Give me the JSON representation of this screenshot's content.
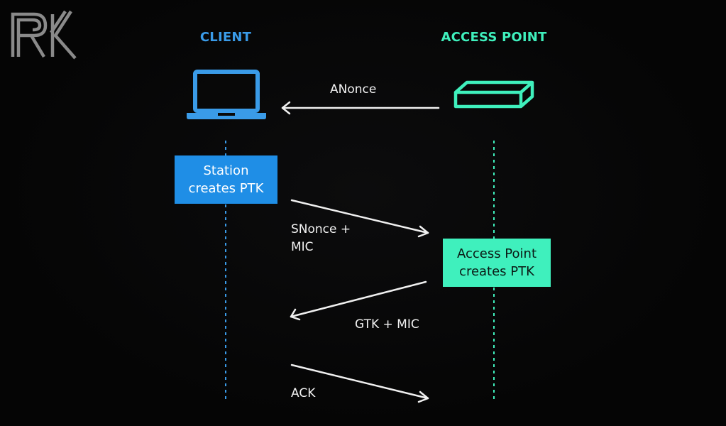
{
  "colors": {
    "client": "#3a9be8",
    "access_point": "#3ff0bd",
    "arrow": "#f0f0f0",
    "logo": "#8a8a8a"
  },
  "logo": {
    "text": "RK"
  },
  "client": {
    "header": "CLIENT",
    "icon": "laptop-icon",
    "box_line1": "Station",
    "box_line2": "creates PTK"
  },
  "access_point": {
    "header": "ACCESS POINT",
    "icon": "access-point-device-icon",
    "box_line1": "Access Point",
    "box_line2": "creates PTK"
  },
  "messages": [
    {
      "line1": "ANonce",
      "line2": "",
      "direction": "ap-to-client"
    },
    {
      "line1": "SNonce +",
      "line2": "MIC",
      "direction": "client-to-ap"
    },
    {
      "line1": "GTK + MIC",
      "line2": "",
      "direction": "ap-to-client"
    },
    {
      "line1": "ACK",
      "line2": "",
      "direction": "client-to-ap"
    }
  ]
}
